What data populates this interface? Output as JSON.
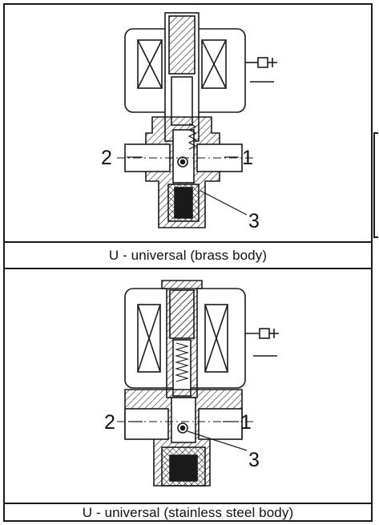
{
  "diagram_top": {
    "port_inlet": "1",
    "port_outlet": "2",
    "port_seal": "3",
    "caption": "U - universal (brass body)"
  },
  "diagram_bottom": {
    "port_inlet": "1",
    "port_outlet": "2",
    "port_seal": "3",
    "caption": "U - universal (stainless steel body)"
  },
  "colors": {
    "line": "#1a1a1a",
    "background": "#ffffff"
  }
}
